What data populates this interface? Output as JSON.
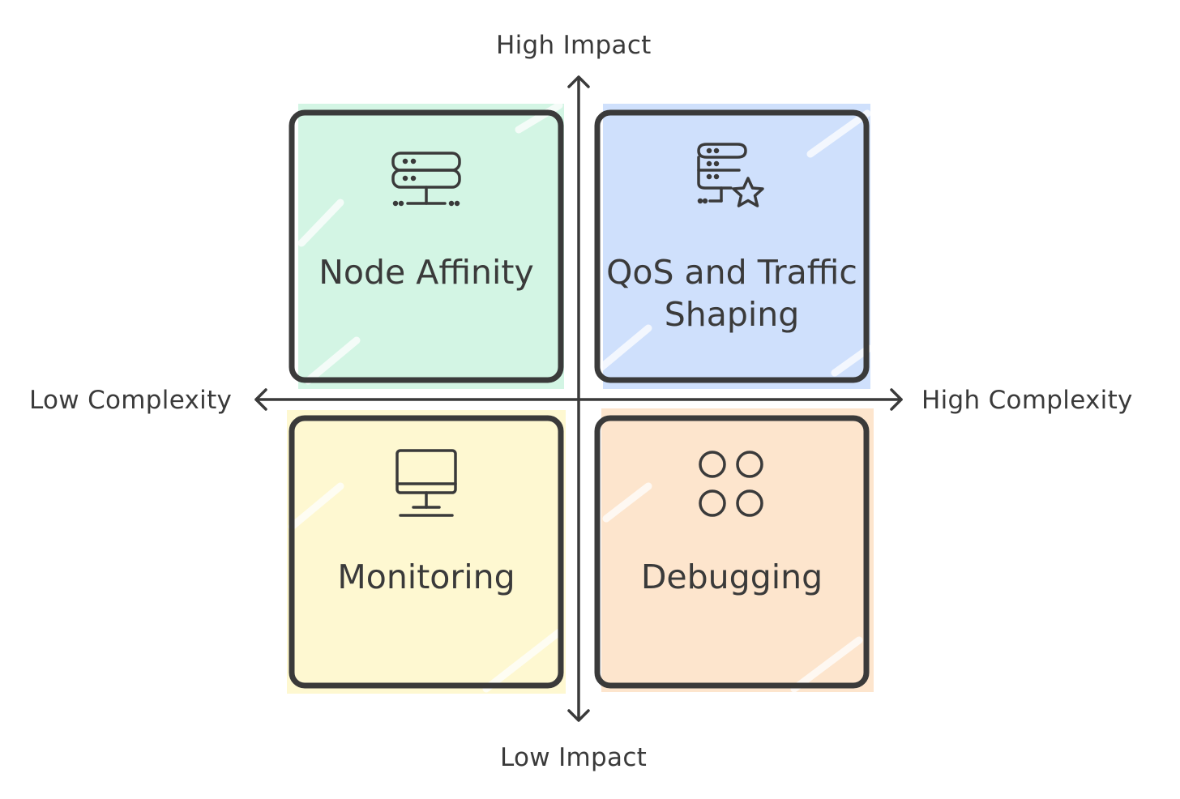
{
  "axes": {
    "top": "High Impact",
    "bottom": "Low Impact",
    "left": "Low Complexity",
    "right": "High Complexity"
  },
  "quadrants": [
    {
      "id": "top-left",
      "label_lines": [
        "Node Affinity"
      ],
      "fill": "#d3f5e4",
      "icon": "server-stack-icon"
    },
    {
      "id": "top-right",
      "label_lines": [
        "QoS and Traffic",
        "Shaping"
      ],
      "fill": "#cfe0fc",
      "icon": "server-star-icon"
    },
    {
      "id": "bottom-left",
      "label_lines": [
        "Monitoring"
      ],
      "fill": "#fef8d1",
      "icon": "monitor-icon"
    },
    {
      "id": "bottom-right",
      "label_lines": [
        "Debugging"
      ],
      "fill": "#fde5cd",
      "icon": "four-circles-icon"
    }
  ],
  "colors": {
    "stroke": "#3a3a3a",
    "background": "#ffffff"
  }
}
